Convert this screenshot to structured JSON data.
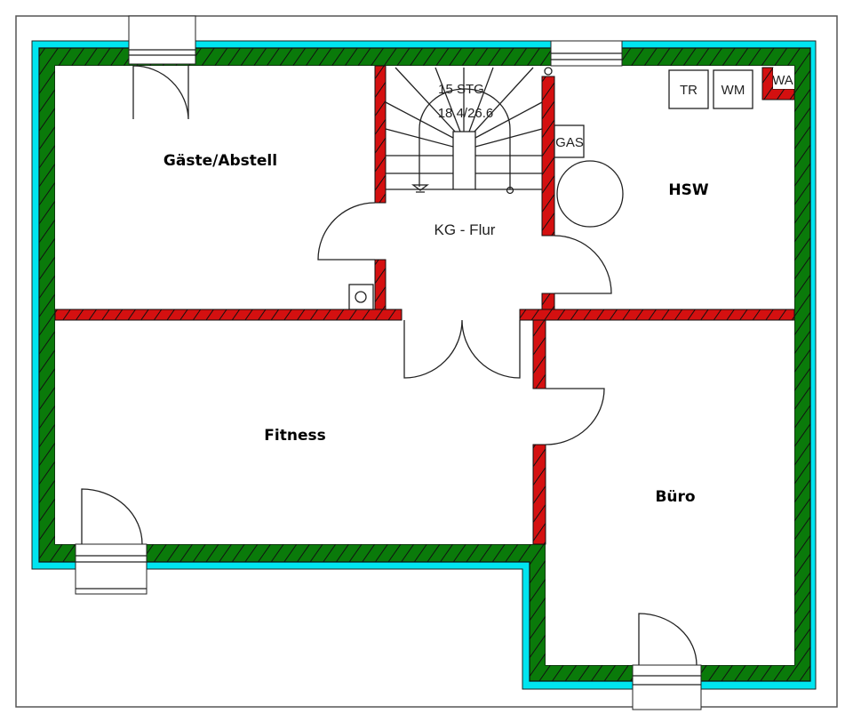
{
  "colors": {
    "outer_wall": "#0a7a0a",
    "inner_wall": "#d41010",
    "insulation": "#00e5f0",
    "frame": "#555555"
  },
  "rooms": {
    "guest": "Gäste/Abstell",
    "hall": "KG - Flur",
    "utility": "HSW",
    "fitness": "Fitness",
    "office": "Büro"
  },
  "stair": {
    "steps": "15 STG",
    "ratio": "18.4/26.6"
  },
  "fixtures": {
    "dryer": "TR",
    "washer": "WM",
    "sink": "WA",
    "gas": "GAS"
  }
}
